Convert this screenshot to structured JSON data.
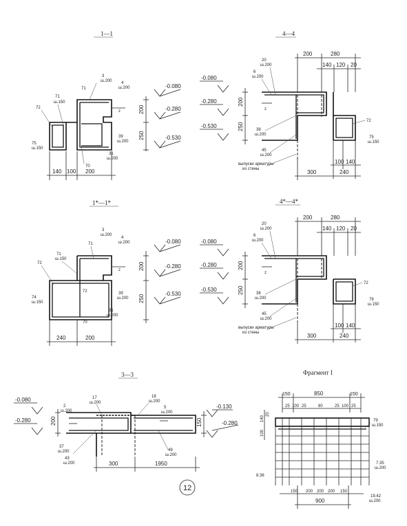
{
  "titles": {
    "s11": "1—1",
    "s44": "4—4",
    "s11s": "1*—1*",
    "s44s": "4*—4*",
    "s33": "3—3",
    "frag": "Фрагмент I"
  },
  "page_number": "12",
  "s11": {
    "levels": [
      "-0.080",
      "-0.280",
      "-0.530"
    ],
    "dims_v": [
      "200",
      "250"
    ],
    "dims_h": [
      "140",
      "100",
      "200"
    ],
    "marks": [
      "3",
      "ш.200",
      "4",
      "ш.200",
      "71",
      "71",
      "ш.150",
      "72",
      "75",
      "ш.150",
      "39",
      "ш.200",
      "31",
      "ш.200",
      "70"
    ]
  },
  "s44": {
    "levels": [
      "-0.080",
      "-0.280",
      "-0.530"
    ],
    "dims_v": [
      "200",
      "250"
    ],
    "dims_top": [
      "200",
      "280",
      "140",
      "120",
      "20"
    ],
    "dims_bot": [
      "100",
      "140",
      "300",
      "240"
    ],
    "marks": [
      "20",
      "ш.200",
      "6",
      "ш.200",
      "72",
      "75",
      "ш.150",
      "38",
      "ш.200",
      "45",
      "ш.200"
    ],
    "note1": "выпуски арматуры",
    "note2": "из стены"
  },
  "s11s": {
    "levels": [
      "-0.080",
      "-0.280",
      "-0.530"
    ],
    "dims_v": [
      "200",
      "250"
    ],
    "dims_h": [
      "240",
      "200"
    ],
    "marks": [
      "3",
      "ш.200",
      "4",
      "ш.200",
      "71",
      "71",
      "ш.150",
      "72",
      "72",
      "74",
      "ш.150",
      "39",
      "ш.200",
      "31",
      "ш.200",
      "70"
    ]
  },
  "s44s": {
    "levels": [
      "-0.080",
      "-0.280",
      "-0.530"
    ],
    "dims_v": [
      "200",
      "250"
    ],
    "dims_top": [
      "200",
      "280",
      "140",
      "120",
      "20"
    ],
    "dims_bot": [
      "100",
      "140",
      "300",
      "240"
    ],
    "marks": [
      "20",
      "ш.200",
      "6",
      "ш.200",
      "72",
      "78",
      "ш.150",
      "38",
      "ш.200",
      "45",
      "ш.200"
    ],
    "note1": "выпуски арматуры",
    "note2": "из стены"
  },
  "s33": {
    "levels": [
      "-0.080",
      "-0.280",
      "-0.130",
      "-0.280"
    ],
    "dims_v": [
      "200",
      "150"
    ],
    "dims_h": [
      "300",
      "1950"
    ],
    "marks": [
      "17",
      "ш.200",
      "18",
      "ш.200",
      "2",
      "ш.200",
      "5",
      "ш.200",
      "37",
      "ш.200",
      "43",
      "ш.200",
      "49",
      "ш.200"
    ]
  },
  "frag": {
    "dims_top": [
      "150",
      "850",
      "150"
    ],
    "dims_top2": [
      "25",
      "100",
      "25",
      "80",
      "25",
      "100",
      "25"
    ],
    "dims_left": [
      "140",
      "20",
      "100"
    ],
    "marks": [
      "79",
      "ш.150",
      "7.35",
      "ш.200",
      "8.36",
      "19.42",
      "ш.200"
    ],
    "dims_bot": [
      "150",
      "200",
      "200",
      "200",
      "150"
    ],
    "dims_total": "900"
  }
}
